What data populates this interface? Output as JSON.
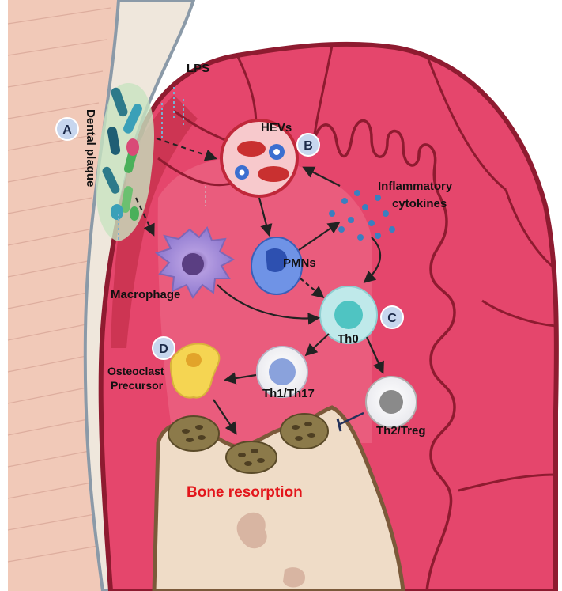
{
  "labels": {
    "lps": "LPS",
    "dental_plaque": "Dental plaque",
    "hevs": "HEVs",
    "inflammatory": "Inflammatory",
    "cytokines": "cytokines",
    "pmns": "PMNs",
    "macrophage": "Macrophage",
    "th0": "Th0",
    "th1_th17": "Th1/Th17",
    "th2_treg": "Th2/Treg",
    "osteoclast": "Osteoclast",
    "precursor": "Precursor",
    "bone_resorption": "Bone resorption"
  },
  "badges": {
    "a": "A",
    "b": "B",
    "c": "C",
    "d": "D"
  },
  "colors": {
    "gingiva": "#e5466c",
    "gingiva_border": "#8e1b30",
    "tooth": "#f4eadd",
    "root": "#f1c9b8",
    "bone": "#efdcc7",
    "bone_resorption_text": "#e3161b"
  }
}
